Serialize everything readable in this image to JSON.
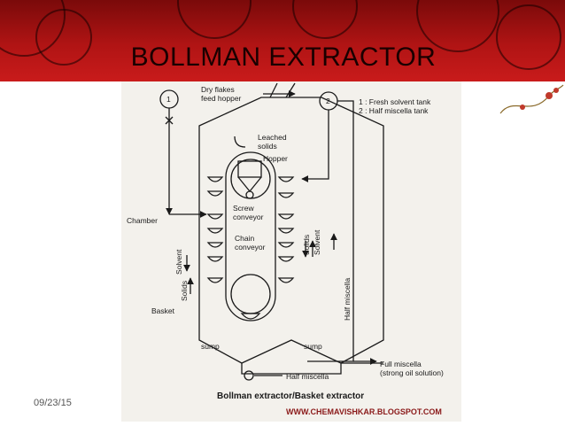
{
  "slide": {
    "title": "BOLLMAN EXTRACTOR",
    "date": "09/23/15"
  },
  "diagram": {
    "circle_1": "1",
    "circle_2": "2",
    "legend_1": "1 : Fresh solvent tank",
    "legend_2": "2 : Half miscella tank",
    "feed": [
      "Dry flakes",
      "feed hopper"
    ],
    "leached": [
      "Leached",
      "solids"
    ],
    "hopper": "Hopper",
    "screw": [
      "Screw",
      "conveyor"
    ],
    "chain": [
      "Chain",
      "conveyor"
    ],
    "chamber": "Chamber",
    "solvent_left": "Solvent",
    "solids_left": "Solids",
    "solids_right": "Solids",
    "solvent_right": "Solvent",
    "half_miscella_vertical": "Half miscella",
    "basket": "Basket",
    "sump_left": "sump",
    "sump_right": "sump",
    "full_miscella": [
      "Full miscella",
      "(strong oil solution)"
    ],
    "half_miscella_bottom": "Half miscella",
    "caption": "Bollman extractor/Basket extractor",
    "source": "WWW.CHEMAVISHKAR.BLOGSPOT.COM"
  },
  "colors": {
    "banner": "#b01414",
    "title_text": "#1a0000",
    "line": "#1a1a1a"
  }
}
